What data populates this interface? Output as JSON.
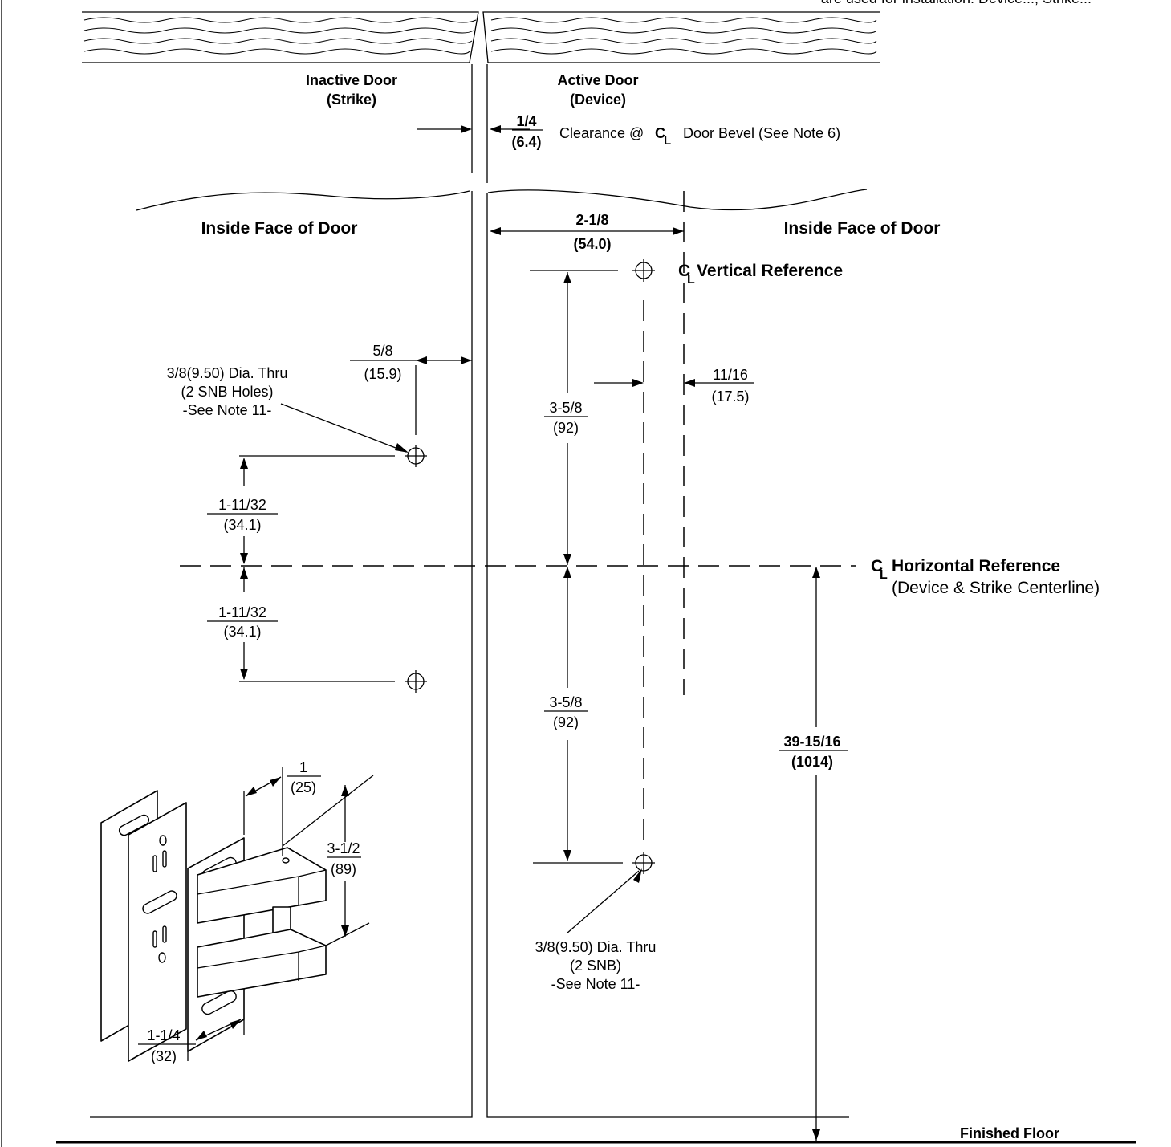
{
  "header_note": "are used for installation: Device..., Strike...",
  "doors": {
    "inactive_title": "Inactive Door",
    "inactive_sub": "(Strike)",
    "active_title": "Active Door",
    "active_sub": "(Device)"
  },
  "clearance": {
    "frac": "1/4",
    "mm": "(6.4)",
    "text_pre": "Clearance @",
    "text_post": "Door Bevel (See Note 6)"
  },
  "faces": {
    "left": "Inside Face of Door",
    "right": "Inside Face of Door"
  },
  "vertical_ref": {
    "symbol": "C",
    "symbol_sub": "L",
    "label": "Vertical Reference"
  },
  "horizontal_ref": {
    "symbol": "C",
    "symbol_sub": "L",
    "label": "Horizontal Reference",
    "sub": "(Device & Strike Centerline)"
  },
  "dims": {
    "d_2_1_8": {
      "frac": "2-1/8",
      "mm": "(54.0)"
    },
    "d_5_8": {
      "frac": "5/8",
      "mm": "(15.9)"
    },
    "d_11_16": {
      "frac": "11/16",
      "mm": "(17.5)"
    },
    "d_3_5_8_top": {
      "frac": "3-5/8",
      "mm": "(92)"
    },
    "d_3_5_8_bot": {
      "frac": "3-5/8",
      "mm": "(92)"
    },
    "d_1_11_32_top": {
      "frac": "1-11/32",
      "mm": "(34.1)"
    },
    "d_1_11_32_bot": {
      "frac": "1-11/32",
      "mm": "(34.1)"
    },
    "d_39": {
      "frac": "39-15/16",
      "mm": "(1014)"
    },
    "d_1": {
      "frac": "1",
      "mm": "(25)"
    },
    "d_3_1_2": {
      "frac": "3-1/2",
      "mm": "(89)"
    },
    "d_1_1_4": {
      "frac": "1-1/4",
      "mm": "(32)"
    }
  },
  "notes": {
    "strike_holes": [
      "3/8(9.50) Dia. Thru",
      "(2 SNB Holes)",
      "-See Note 11-"
    ],
    "device_holes": [
      "3/8(9.50) Dia. Thru",
      "(2 SNB)",
      "-See Note 11-"
    ]
  },
  "floor": "Finished Floor"
}
